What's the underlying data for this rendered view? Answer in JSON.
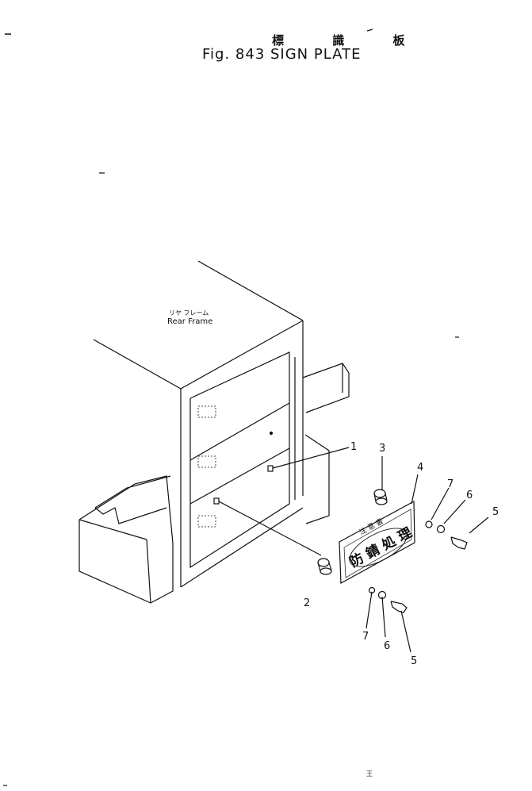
{
  "title_jp": "標 識 板",
  "title_en": "Fig. 843 SIGN PLATE",
  "frame_label_jp": "リヤ フレーム",
  "frame_label_en": "Rear Frame",
  "callouts": [
    "1",
    "2",
    "3",
    "4",
    "5",
    "5",
    "6",
    "6",
    "7",
    "7"
  ],
  "footer_mark": "王",
  "plate_text": {
    "small": "注 意 書",
    "large": "防 錆 処 理"
  }
}
